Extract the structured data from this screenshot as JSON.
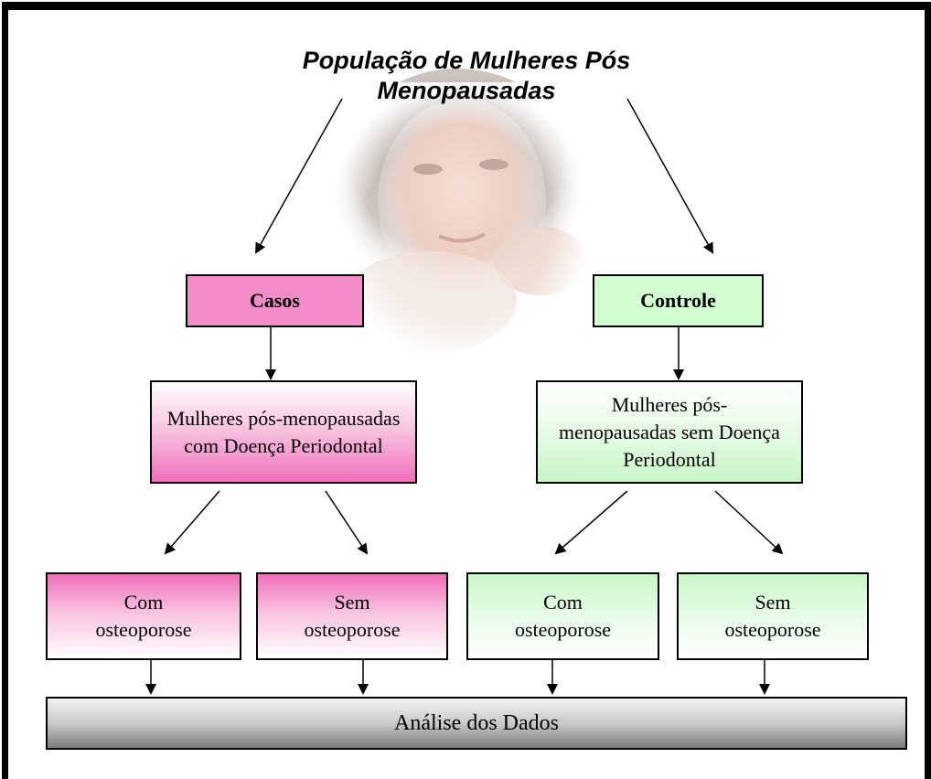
{
  "title": "População de Mulheres Pós Menopausadas",
  "photo": {
    "icon": "woman-portrait-photo"
  },
  "casos": {
    "label": "Casos",
    "group_label": "Mulheres pós-menopausadas com Doença Periodontal",
    "with": "Com osteoporose",
    "without": "Sem osteoporose"
  },
  "controle": {
    "label": "Controle",
    "group_label": "Mulheres pós-menopausadas sem Doença Periodontal",
    "with": "Com osteoporose",
    "without": "Sem osteoporose"
  },
  "analysis": "Análise dos Dados",
  "colors": {
    "casos": "#f38dc8",
    "controle": "#d2fdd2",
    "analysis_bar": "#9a9a9a"
  }
}
